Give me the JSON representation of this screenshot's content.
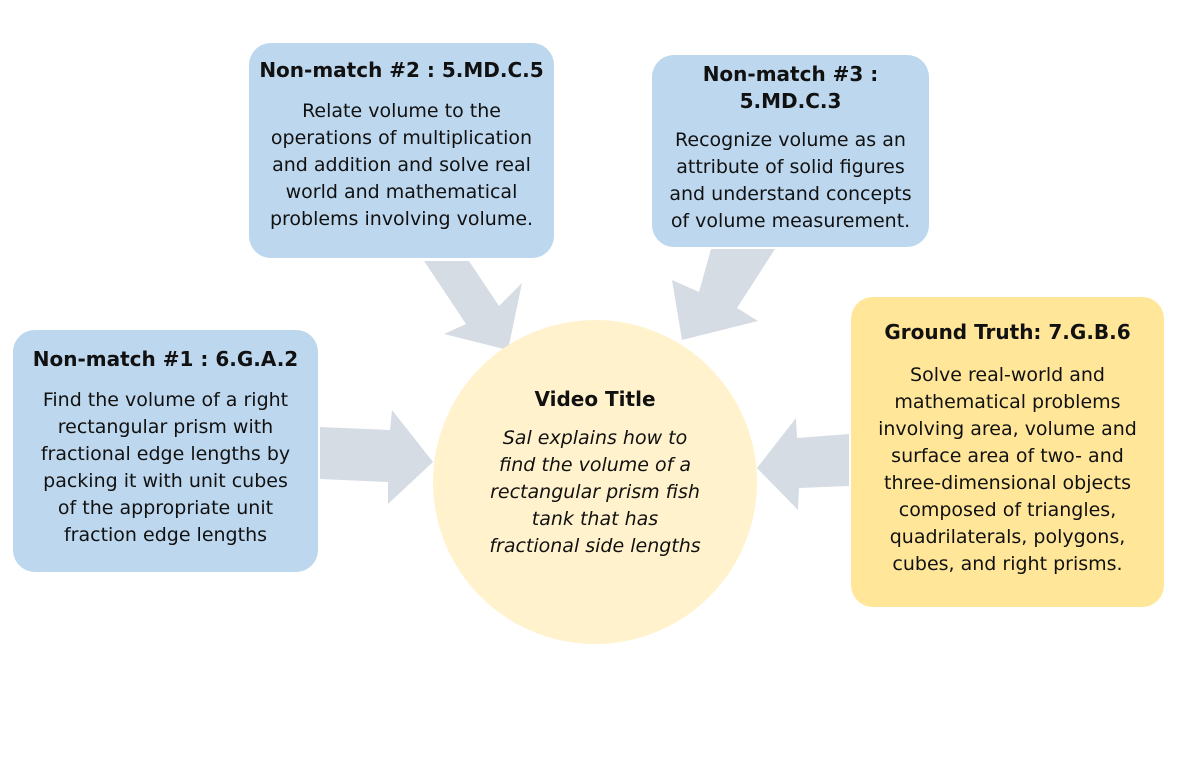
{
  "colors": {
    "non_match_box": "#bdd7ee",
    "ground_truth_box": "#ffe699",
    "center_circle": "#fff2cc",
    "arrow": "#d6dce4"
  },
  "center": {
    "title": "Video Title",
    "lines": [
      "Sal explains how to",
      "find the volume of a",
      "rectangular prism fish",
      "tank that has",
      "fractional side lengths"
    ]
  },
  "non_match_1": {
    "title": "Non-match #1 : 6.G.A.2",
    "lines": [
      "Find the volume of a right",
      "rectangular prism with",
      "fractional edge lengths by",
      "packing it with unit cubes",
      "of the appropriate unit",
      "fraction edge lengths"
    ]
  },
  "non_match_2": {
    "title": "Non-match #2 : 5.MD.C.5",
    "lines": [
      "Relate volume to the",
      "operations of multiplication",
      "and addition and solve real",
      "world and mathematical",
      "problems involving volume."
    ]
  },
  "non_match_3": {
    "title_lines": [
      "Non-match #3 :",
      "5.MD.C.3"
    ],
    "lines": [
      "Recognize volume as an",
      "attribute of solid figures",
      "and understand concepts",
      "of volume measurement."
    ]
  },
  "ground_truth": {
    "title": "Ground Truth: 7.G.B.6",
    "lines": [
      "Solve real-world and",
      "mathematical problems",
      "involving area, volume and",
      "surface area of two- and",
      "three-dimensional objects",
      "composed of triangles,",
      "quadrilaterals, polygons,",
      "cubes, and right prisms."
    ]
  }
}
